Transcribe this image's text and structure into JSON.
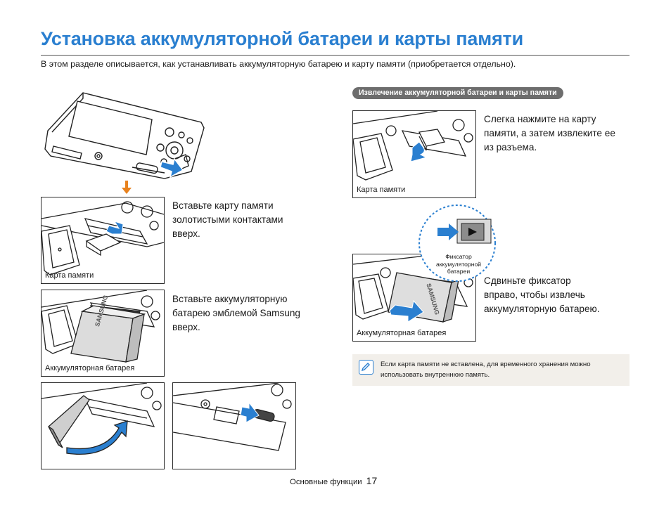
{
  "page": {
    "title": "Установка аккумуляторной батареи и карты памяти",
    "intro": "В этом разделе описывается, как устанавливать аккумуляторную батарею и карту памяти (приобретается отдельно)."
  },
  "install": {
    "step1_line1": "Вставьте карту памяти",
    "step1_line2": "золотистыми контактами",
    "step1_line3": "вверх.",
    "step1_caption": "Карта памяти",
    "step2_line1": "Вставьте аккумуляторную",
    "step2_line2": "батарею эмблемой Samsung",
    "step2_line3": "вверх.",
    "step2_caption": "Аккумуляторная батарея"
  },
  "remove": {
    "heading": "Извлечение аккумуляторной батареи и карты памяти",
    "step1_line1": "Слегка нажмите на карту",
    "step1_line2": "памяти, а затем извлеките ее",
    "step1_line3": "из разъема.",
    "step1_caption": "Карта памяти",
    "lock_line1": "Фиксатор",
    "lock_line2": "аккумуляторной",
    "lock_line3": "батареи",
    "step2_line1": "Сдвиньте фиксатор",
    "step2_line2": "вправо, чтобы извлечь",
    "step2_line3": "аккумуляторную батарею.",
    "step2_caption": "Аккумуляторная батарея"
  },
  "illustration": {
    "battery_brand": "SAMSUNG"
  },
  "note": {
    "line1": "Если карта памяти не вставлена, для временного хранения можно",
    "line2": "использовать внутреннюю память.",
    "icon": "pencil-note-icon"
  },
  "footer": {
    "section": "Основные функции",
    "page_number": "17"
  },
  "colors": {
    "title_blue": "#2a7fd0",
    "arrow_blue": "#2a7fd0",
    "arrow_orange": "#e8821e",
    "pill_gray": "#6d6d6d",
    "note_bg": "#f2efea"
  }
}
